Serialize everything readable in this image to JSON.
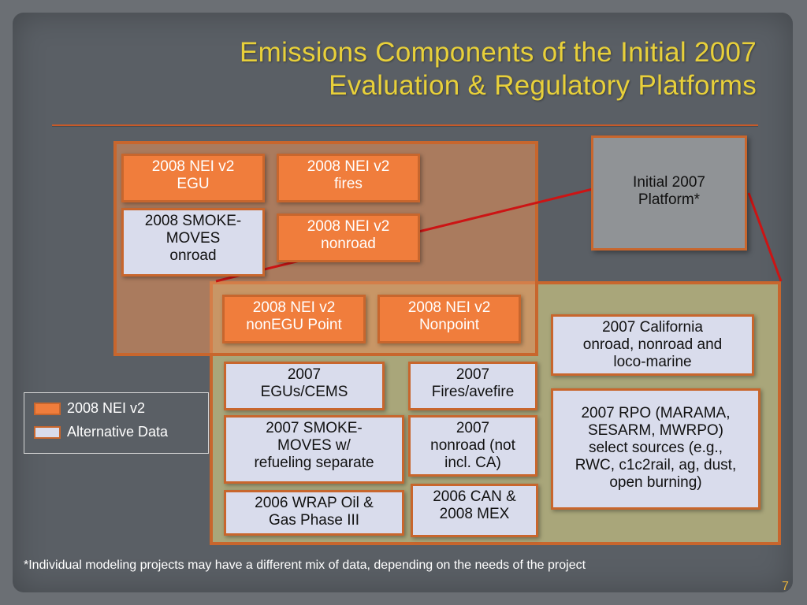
{
  "title": {
    "line1": "Emissions Components of the Initial 2007",
    "line2": "Evaluation & Regulatory Platforms"
  },
  "platform": {
    "label": "Initial 2007\nPlatform*"
  },
  "boxes": {
    "nei_egu": "2008 NEI v2\nEGU",
    "nei_fires": "2008 NEI v2\nfires",
    "smoke_moves_onroad": "2008 SMOKE-\nMOVES\nonroad",
    "nei_nonroad": "2008 NEI v2\nnonroad",
    "nei_nonegu_point": "2008 NEI v2\nnonEGU Point",
    "nei_nonpoint": "2008 NEI v2\nNonpoint",
    "california": "2007 California\nonroad, nonroad and\nloco-marine",
    "egus_cems": "2007\nEGUs/CEMS",
    "fires_avefire": "2007\nFires/avefire",
    "rpo": "2007 RPO  (MARAMA,\nSESARM, MWRPO)\nselect sources (e.g.,\nRWC, c1c2rail, ag, dust,\nopen burning)",
    "smoke_moves_refueling": "2007 SMOKE-\nMOVES  w/\nrefueling separate",
    "nonroad_not_ca": "2007\nnonroad (not\nincl. CA)",
    "wrap_oil_gas": "2006 WRAP Oil &\nGas Phase III",
    "can_mex": "2006 CAN &\n2008 MEX"
  },
  "legend": {
    "nei_label": "2008 NEI v2",
    "alt_label": "Alternative Data"
  },
  "footnote": "*Individual modeling projects may have a different mix of data, depending on the needs of the project",
  "page_number": "7",
  "colors": {
    "background": "#5a5f65",
    "title": "#e8d03a",
    "nei_fill": "#f07d3c",
    "alt_fill": "#d9dcec",
    "border": "#c8662d",
    "connector": "#cc1414",
    "green_region": "#a9a67a",
    "platform_fill": "#909396"
  }
}
